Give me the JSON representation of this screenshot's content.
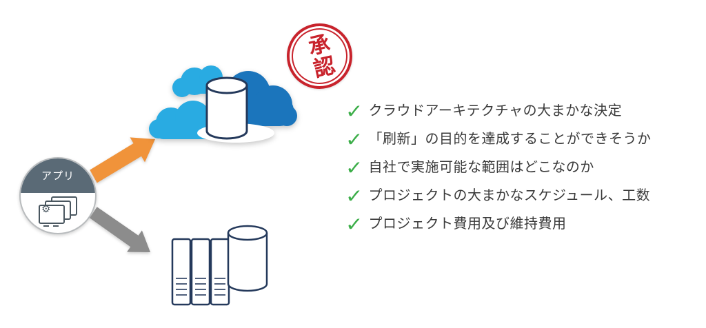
{
  "app": {
    "label": "アプリ"
  },
  "stamp": {
    "label": "承認"
  },
  "checklist": {
    "items": [
      "クラウドアーキテクチャの大まかな決定",
      "「刷新」の目的を達成することができそうか",
      "自社で実施可能な範囲はどこなのか",
      "プロジェクトの大まかなスケジュール、工数",
      "プロジェクト費用及び維持費用"
    ]
  },
  "icons": {
    "check": "✓",
    "gear": "⚙"
  },
  "colors": {
    "arrow_orange": "#F0933A",
    "arrow_gray": "#8C8C8C",
    "cloud_dark_blue": "#1B75BC",
    "cloud_light_blue": "#29ABE2",
    "stamp_red": "#C8232C",
    "check_green": "#3CAE49",
    "outline_navy": "#24395B",
    "text_dark": "#3A3A3A",
    "app_header_slate": "#5A6A76"
  }
}
